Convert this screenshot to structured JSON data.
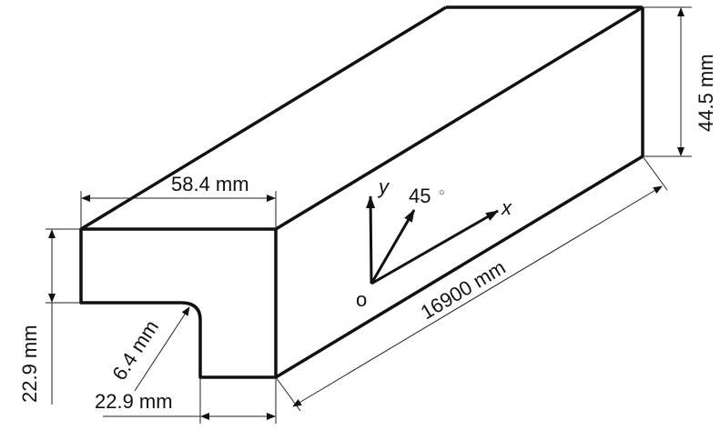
{
  "title": "Isometric sketch of L-shaped beam with coordinate system",
  "dimensions": {
    "width_top": "58.4 mm",
    "height_back": "44.5 mm",
    "length": "16900 mm",
    "flange_thickness": "22.9 mm",
    "web_width": "22.9 mm",
    "fillet_radius": "6.4 mm"
  },
  "axes": {
    "x_label": "x",
    "y_label": "y",
    "origin_label": "o",
    "angle_label": "45",
    "degree_mark": "○"
  }
}
